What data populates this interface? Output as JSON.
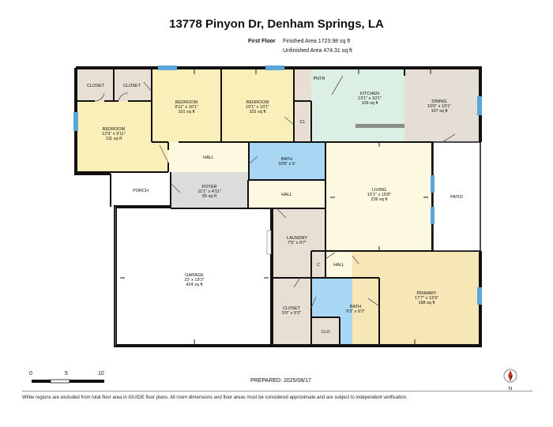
{
  "header": {
    "address": "13778 Pinyon Dr, Denham Springs, LA",
    "floor_name": "First Floor",
    "finished_area": "Finished Area 1723.98 sq ft",
    "unfinished_area": "Unfinished Area 474.31 sq ft"
  },
  "rooms": {
    "closet_a": {
      "name": "CLOSET"
    },
    "closet_b": {
      "name": "CLOSET"
    },
    "bedroom_1": {
      "name": "BEDROOM",
      "dims": "12'9\" x 9'11\"",
      "area": "111 sq ft"
    },
    "bedroom_2": {
      "name": "BEDROOM",
      "dims": "9'11\" x 10'1\"",
      "area": "101 sq ft"
    },
    "bedroom_3": {
      "name": "BEDROOM",
      "dims": "10'1\" x 10'1\"",
      "area": "101 sq ft"
    },
    "pantry": {
      "name": "PNTR"
    },
    "cl": {
      "name": "CL"
    },
    "kitchen": {
      "name": "KITCHEN",
      "dims": "13'1\" x 10'1\"",
      "area": "109 sq ft"
    },
    "dining": {
      "name": "DINING",
      "dims": "10'6\" x 10'1\"",
      "area": "107 sq ft"
    },
    "hall_1": {
      "name": "HALL"
    },
    "bath_1": {
      "name": "BATH",
      "dims": "10'8\" x 5'"
    },
    "porch": {
      "name": "PORCH"
    },
    "foyer": {
      "name": "FOYER",
      "dims": "11'1\" x 4'11\"",
      "area": "55 sq ft"
    },
    "hall_2": {
      "name": "HALL"
    },
    "living": {
      "name": "LIVING",
      "dims": "15'1\" x 15'8\"",
      "area": "236 sq ft"
    },
    "patio": {
      "name": "PATIO"
    },
    "laundry": {
      "name": "LAUNDRY",
      "dims": "7'5\" x 9'7\""
    },
    "c": {
      "name": "C"
    },
    "hall_3": {
      "name": "HALL"
    },
    "garage": {
      "name": "GARAGE",
      "dims": "22' x 19'3\"",
      "area": "424 sq ft"
    },
    "closet_c": {
      "name": "CLOSET",
      "dims": "5'6\" x 9'3\""
    },
    "bath_2": {
      "name": "BATH",
      "dims": "9'3\" x 9'2\""
    },
    "clo": {
      "name": "CLO"
    },
    "primary": {
      "name": "PRIMARY",
      "dims": "17'7\" x 13'3\"",
      "area": "198 sq ft"
    }
  },
  "scale": {
    "tick_0": "0",
    "tick_5": "5",
    "tick_10": "10"
  },
  "prepared": "PREPARED: 2025/08/17",
  "compass_label": "N",
  "disclaimer": "White regions are excluded from total floor area in iGUIDE floor plans. All room dimensions and floor areas must be considered approximate and are subject to independent verification.",
  "colors": {
    "bedroom": "#fbefb9",
    "closet": "#e9ded3",
    "kitchen": "#dcefe4",
    "dining": "#e4ded6",
    "bath": "#a9d6f2",
    "hall": "#fdf9e1",
    "foyer": "#dcdcdc",
    "primary": "#f7e7b6",
    "wall": "#111111",
    "window": "#5aa6d8"
  }
}
